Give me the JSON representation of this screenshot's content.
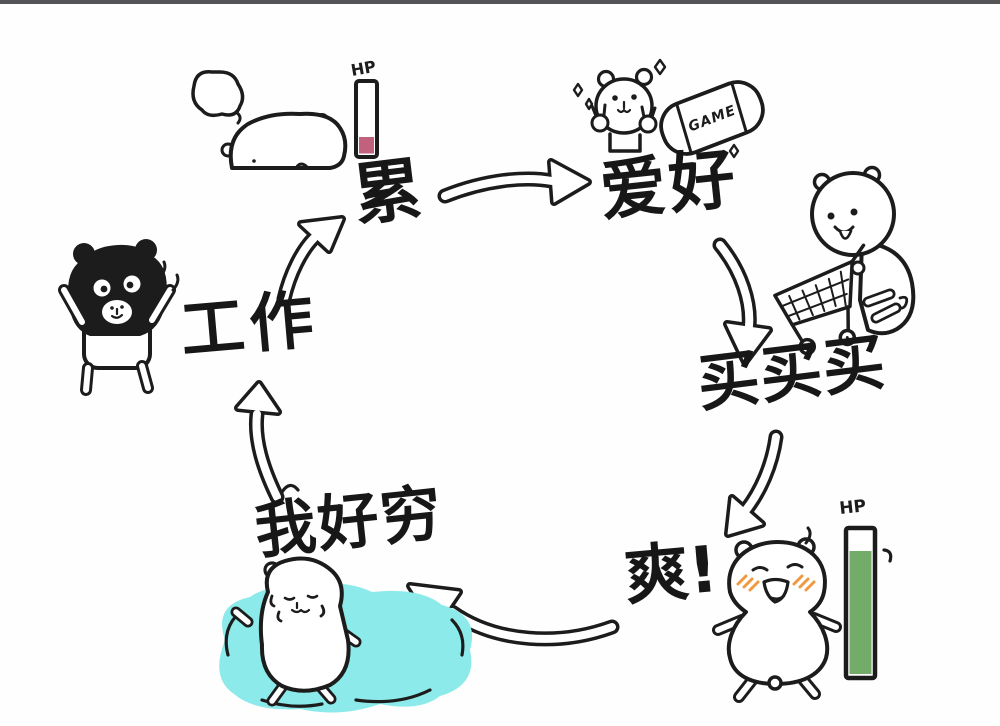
{
  "page": {
    "background_color": "#fefefe",
    "top_strip_color": "#545456",
    "ink_color": "#1c1c1c"
  },
  "cycle": {
    "theme": "spending-loop-meme",
    "stages": [
      {
        "label": "累"
      },
      {
        "label": "爱好"
      },
      {
        "label": "买买买"
      },
      {
        "label": "爽!"
      },
      {
        "label": "我好穷"
      },
      {
        "label": "工作"
      }
    ]
  },
  "props": {
    "hp_bar_low": {
      "label": "HP",
      "fill_color": "#c2617d",
      "level": "low"
    },
    "hp_bar_full": {
      "label": "HP",
      "fill_color": "#72ac68",
      "level": "high"
    },
    "game_console": {
      "label": "GAME"
    },
    "tear_pool_color": "#8ceaea",
    "blush_color": "#ef9a40"
  }
}
